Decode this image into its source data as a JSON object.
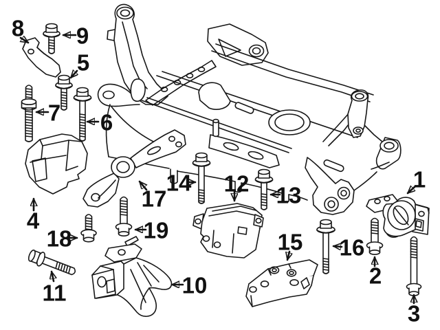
{
  "diagram": {
    "background_color": "#ffffff",
    "line_color": "#161616",
    "callout_text_color": "#111111"
  },
  "callouts": {
    "c1": "1",
    "c2": "2",
    "c3": "3",
    "c4": "4",
    "c5": "5",
    "c6": "6",
    "c7": "7",
    "c8": "8",
    "c9": "9",
    "c10": "10",
    "c11": "11",
    "c12": "12",
    "c13": "13",
    "c14": "14",
    "c15": "15",
    "c16": "16",
    "c17": "17",
    "c18": "18",
    "c19": "19"
  }
}
